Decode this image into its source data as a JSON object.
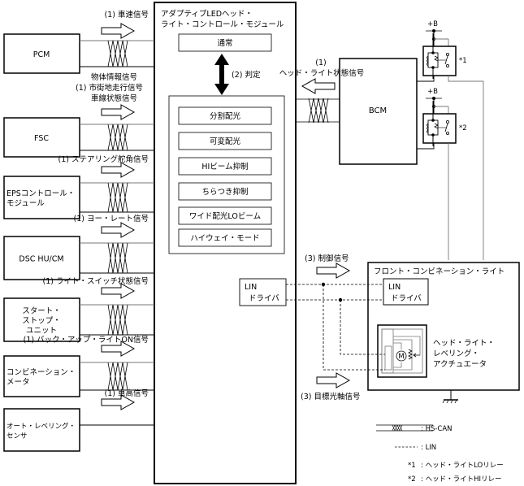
{
  "title": "Adaptive LED Headlight Control System Wiring Diagram",
  "left_modules": [
    {
      "id": "pcm",
      "label_lines": [
        "PCM"
      ],
      "signal_lines": [
        "(1) 車速信号"
      ],
      "bus": "HS-CAN"
    },
    {
      "id": "fsc",
      "label_lines": [
        "FSC"
      ],
      "signal_lines": [
        "物体情報信号",
        "(1) 市街地走行信号",
        "車線状態信号"
      ],
      "bus": "HS-CAN"
    },
    {
      "id": "eps",
      "label_lines": [
        "EPSコントロール・",
        "モジュール"
      ],
      "signal_lines": [
        "(1) ステアリング舵角信号"
      ],
      "bus": "HS-CAN"
    },
    {
      "id": "dsc",
      "label_lines": [
        "DSC HU/CM"
      ],
      "signal_lines": [
        "(1) ヨー・レート信号"
      ],
      "bus": "HS-CAN"
    },
    {
      "id": "ssu",
      "label_lines": [
        "スタート・",
        "ストップ・",
        "ユニット"
      ],
      "signal_lines": [
        "(1) ライト・スイッチ状態信号"
      ],
      "bus": "HS-CAN"
    },
    {
      "id": "meter",
      "label_lines": [
        "コンビネーション・",
        "メータ"
      ],
      "signal_lines": [
        "(1) バック・アップ・ライトON信号"
      ],
      "bus": "HS-CAN"
    },
    {
      "id": "als",
      "label_lines": [
        "オート・レベリング・",
        "センサ"
      ],
      "signal_lines": [
        "(1) 車高信号"
      ],
      "bus": "single"
    }
  ],
  "main_module": {
    "title_lines": [
      "アダプティブLEDヘッド・",
      "ライト・コントロール・モジュール"
    ],
    "normal_mode": "通常",
    "judge_label": "(2) 判定",
    "modes": [
      "分割配光",
      "可変配光",
      "HIビーム抑制",
      "ちらつき抑制",
      "ワイド配光LOビーム",
      "ハイウェイ・モード"
    ],
    "lin_driver_lines": [
      "LIN",
      "ドライバ"
    ]
  },
  "bcm": {
    "label": "BCM",
    "signal_lines": [
      "(1)",
      "ヘッド・ライト状態信号"
    ]
  },
  "relays": [
    {
      "supply": "+B",
      "mark": "*1"
    },
    {
      "supply": "+B",
      "mark": "*2"
    }
  ],
  "front_light": {
    "title": "フロント・コンビネーション・ライト",
    "lin_driver_lines": [
      "LIN",
      "ドライバ"
    ],
    "actuator_lines": [
      "ヘッド・ライト・",
      "レベリング・",
      "アクチュエータ"
    ],
    "motor_symbol": "M"
  },
  "control_signal": "(3) 制御信号",
  "target_signal": "(3) 目標光軸信号",
  "legend": [
    {
      "symbol": "hs-can",
      "text": ": HS-CAN"
    },
    {
      "symbol": "lin",
      "text": ": LIN"
    },
    {
      "symbol": "*1",
      "text": ": ヘッド・ライトLOリレー"
    },
    {
      "symbol": "*2",
      "text": ": ヘッド・ライトHIリレー"
    }
  ]
}
